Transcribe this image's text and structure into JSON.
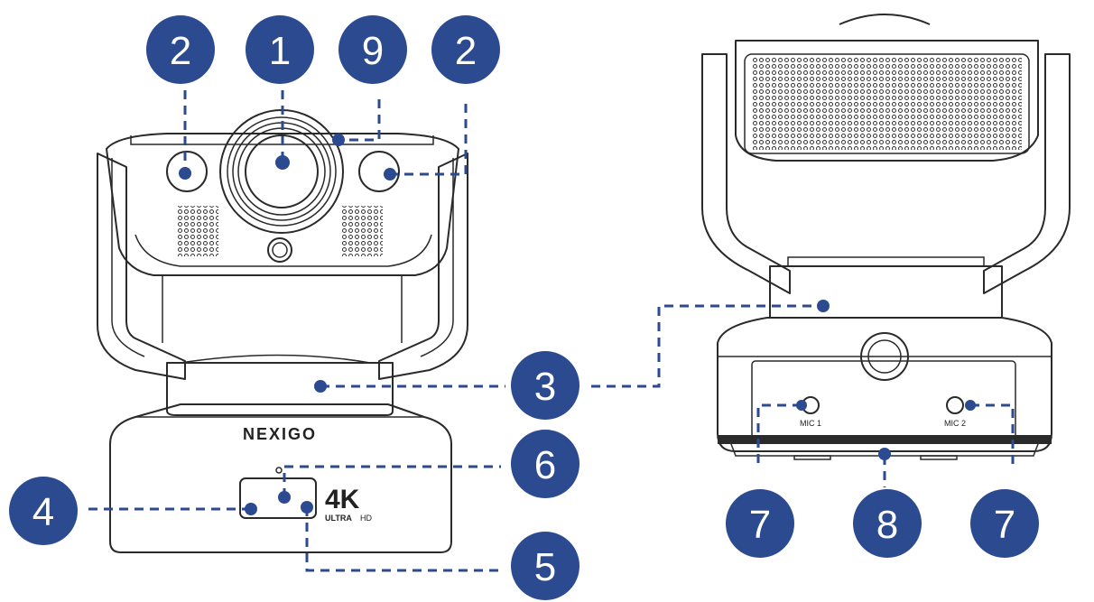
{
  "front_camera": {
    "brand": "NEXIGO",
    "badge_main": "4K",
    "badge_ultra": "ULTRA",
    "badge_hd": "HD"
  },
  "rear_camera": {
    "mic_left_label": "MIC 1",
    "mic_right_label": "MIC 2"
  },
  "callouts": [
    "2",
    "1",
    "9",
    "2",
    "3",
    "6",
    "4",
    "5",
    "7",
    "8",
    "7"
  ],
  "colors": {
    "callout_fill": "#2b4a90",
    "outline": "#2a2a2a"
  }
}
